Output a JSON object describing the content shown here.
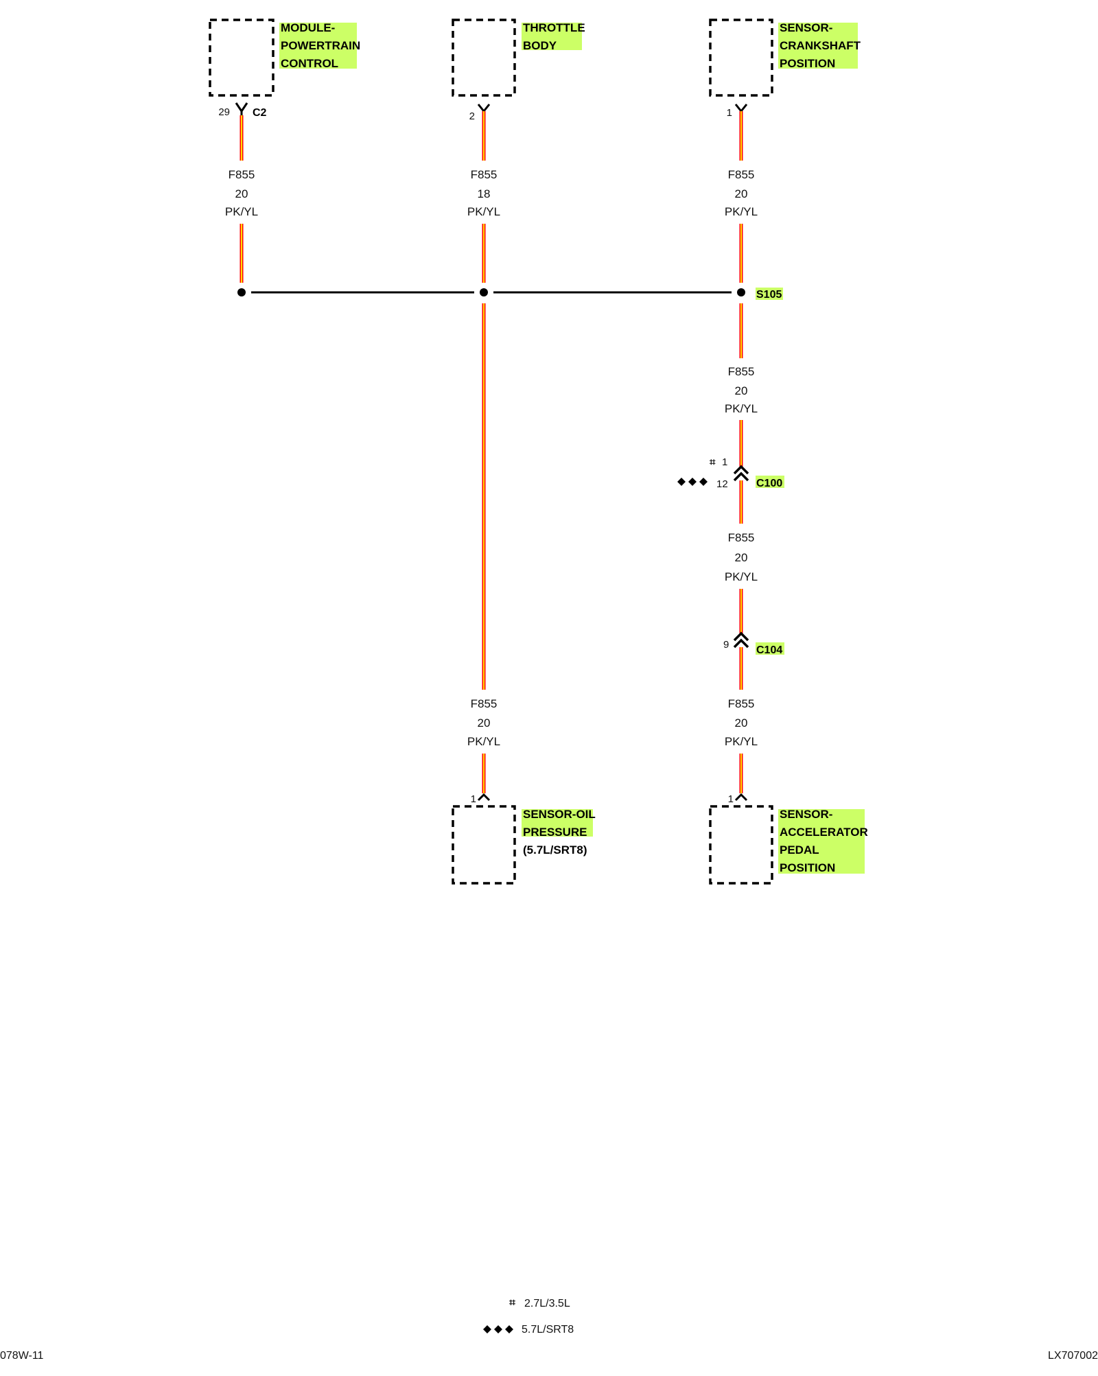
{
  "components": {
    "pcm": [
      "MODULE-",
      "POWERTRAIN",
      "CONTROL"
    ],
    "throttle": [
      "THROTTLE",
      "BODY"
    ],
    "crank": [
      "SENSOR-",
      "CRANKSHAFT",
      "POSITION"
    ],
    "oil": [
      "SENSOR-OIL",
      "PRESSURE"
    ],
    "oil_note": "(5.7L/SRT8)",
    "app": [
      "SENSOR-",
      "ACCELERATOR",
      "PEDAL",
      "POSITION"
    ]
  },
  "pins": {
    "pcm": "29",
    "throttle": "2",
    "crank": "1",
    "c100_a": "1",
    "c100_b": "12",
    "c104": "9",
    "oil": "1",
    "app": "1"
  },
  "connectors": {
    "pcm": "C2",
    "splice": "S105",
    "c100": "C100",
    "c104": "C104"
  },
  "wires": {
    "w1": {
      "circuit": "F855",
      "gauge": "20",
      "color": "PK/YL"
    },
    "w2": {
      "circuit": "F855",
      "gauge": "18",
      "color": "PK/YL"
    },
    "w3": {
      "circuit": "F855",
      "gauge": "20",
      "color": "PK/YL"
    },
    "w4": {
      "circuit": "F855",
      "gauge": "20",
      "color": "PK/YL"
    },
    "w5": {
      "circuit": "F855",
      "gauge": "20",
      "color": "PK/YL"
    },
    "w6": {
      "circuit": "F855",
      "gauge": "20",
      "color": "PK/YL"
    },
    "w7": {
      "circuit": "F855",
      "gauge": "20",
      "color": "PK/YL"
    }
  },
  "legend": {
    "hash": "2.7L/3.5L",
    "diamonds": "5.7L/SRT8"
  },
  "footer": {
    "left": "078W-11",
    "right": "LX707002"
  },
  "colors": {
    "wire_outer": "#ff0000",
    "wire_inner": "#ffdd00",
    "highlight": "#ccff66"
  }
}
